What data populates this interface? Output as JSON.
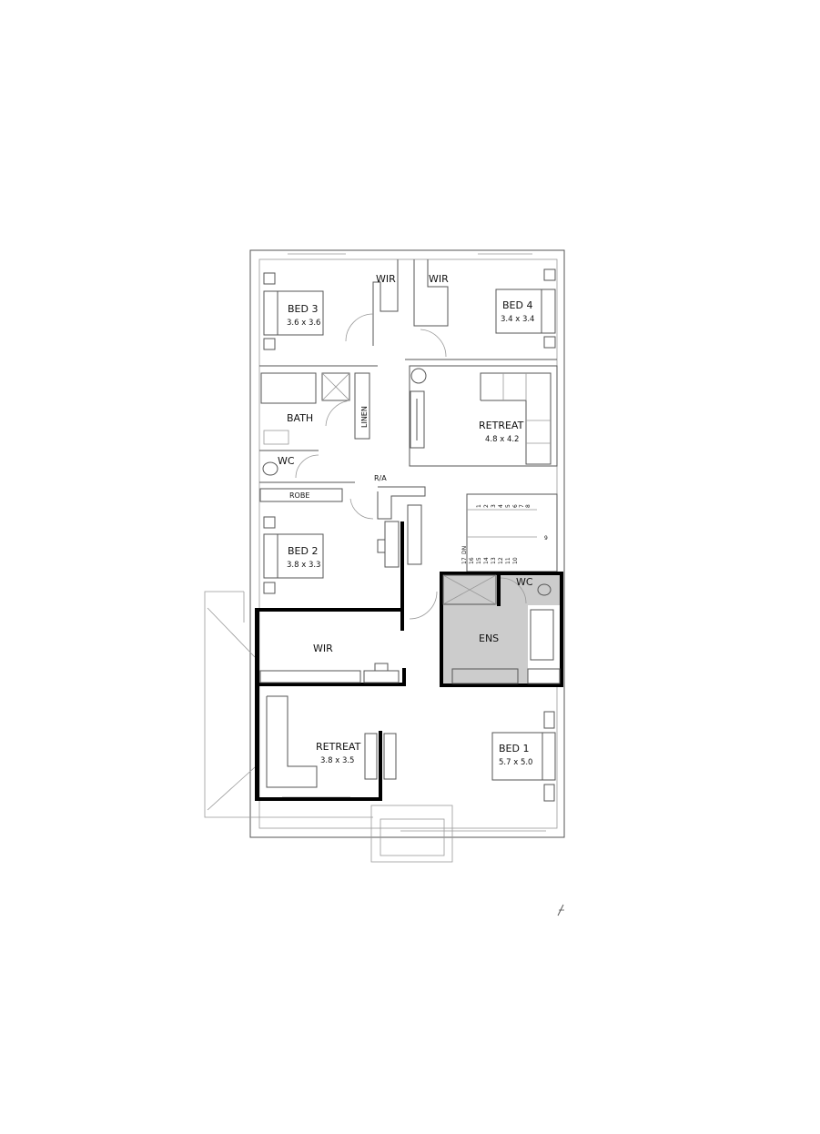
{
  "plan": {
    "rooms": {
      "bed3": {
        "name": "BED 3",
        "dims": "3.6 x 3.6"
      },
      "bed4": {
        "name": "BED 4",
        "dims": "3.4 x 3.4"
      },
      "wir_left": {
        "name": "WIR"
      },
      "wir_right": {
        "name": "WIR"
      },
      "bath": {
        "name": "BATH"
      },
      "linen": {
        "name": "LINEN"
      },
      "retreat_upper": {
        "name": "RETREAT",
        "dims": "4.8 x 4.2"
      },
      "wc_upper": {
        "name": "WC"
      },
      "robe": {
        "name": "ROBE"
      },
      "ra": {
        "name": "R/A"
      },
      "bed2": {
        "name": "BED 2",
        "dims": "3.8 x 3.3"
      },
      "ens": {
        "name": "ENS"
      },
      "wc_ens": {
        "name": "WC"
      },
      "wir_master": {
        "name": "WIR"
      },
      "retreat_lower": {
        "name": "RETREAT",
        "dims": "3.8 x 3.5"
      },
      "bed1": {
        "name": "BED 1",
        "dims": "5.7 x 5.0"
      }
    },
    "stairs": {
      "top_row": [
        "1",
        "2",
        "3",
        "4",
        "5",
        "6",
        "7",
        "8"
      ],
      "landing": "9",
      "bottom_row": [
        "17",
        "16",
        "15",
        "14",
        "13",
        "12",
        "11",
        "10"
      ],
      "dn_label": "DN"
    },
    "colors": {
      "ensuite_fill": "#cccccc",
      "wall": "#000000"
    },
    "north_arrow_icon": "north-arrow-icon"
  }
}
